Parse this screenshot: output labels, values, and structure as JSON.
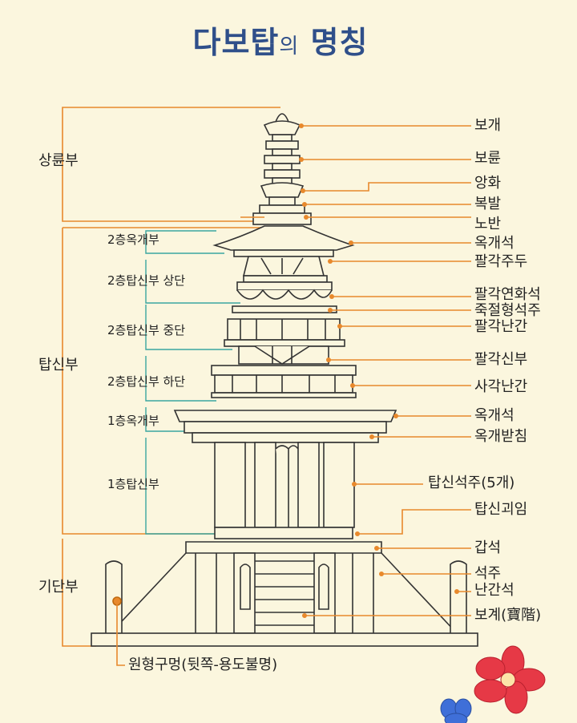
{
  "title": {
    "main": "다보탑",
    "particle": "의",
    "end": " 명칭"
  },
  "sections": {
    "sangryun": "상륜부",
    "tapsin": "탑신부",
    "gidan": "기단부"
  },
  "left_labels": {
    "okgae2": "2층옥개부",
    "sangdan": "2층탑신부 상단",
    "jungdan": "2층탑신부 중단",
    "hadan": "2층탑신부 하단",
    "okgae1": "1층옥개부",
    "tapsin1": "1층탑신부"
  },
  "right_labels": {
    "bogae": "보개",
    "boryun": "보륜",
    "anghwa": "앙화",
    "bokbal": "복발",
    "noban": "노반",
    "okgaeseok2": "옥개석",
    "palgakjudu": "팔각주두",
    "yeonhwaseok": "팔각연화석",
    "jukjeol": "죽절형석주",
    "nangan8": "팔각난간",
    "sinbu8": "팔각신부",
    "nangan4": "사각난간",
    "okgaeseok1": "옥개석",
    "okgaebatchim": "옥개받침",
    "seokju5": "탑신석주(5개)",
    "goeim": "탑신괴임",
    "gapseok": "갑석",
    "seokju": "석주",
    "nanganseok": "난간석",
    "bogye": "보계(寶階)"
  },
  "bottom_label": "원형구멍(뒷쪽-용도불명)",
  "colors": {
    "title": "#2f4f8a",
    "leader_orange": "#e8892c",
    "leader_teal": "#3aa6a0",
    "background": "#fbf6de",
    "stone_line": "#333333"
  }
}
